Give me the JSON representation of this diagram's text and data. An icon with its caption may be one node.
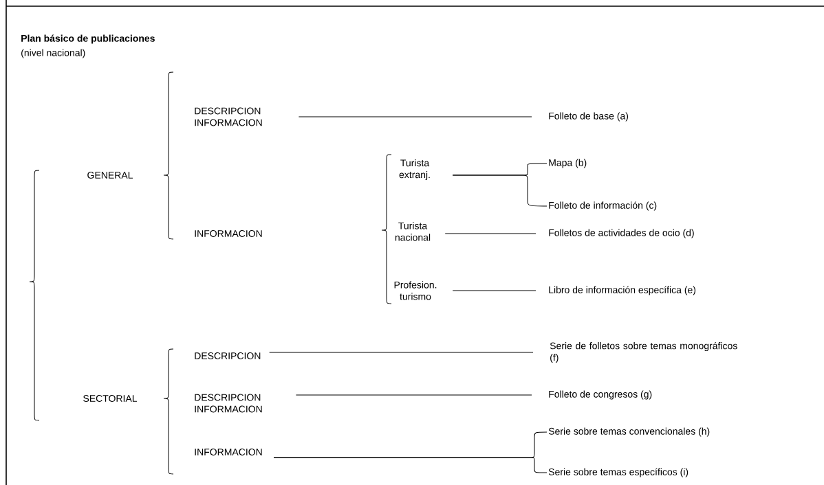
{
  "diagram": {
    "title": "Plan básico de publicaciones",
    "nodes": [
      {
        "text": [
          "GENERAL"
        ]
      },
      {
        "text": [
          "SECTORIAL"
        ]
      },
      {
        "text": [
          "DESCRIPCION INFORMACION"
        ]
      },
      {
        "text": [
          "INFORMACION"
        ]
      },
      {
        "text": [
          "Folleto de base (a)"
        ]
      },
      {
        "text": [
          "Turista extranj."
        ]
      },
      {
        "text": [
          "Turista nacional"
        ]
      },
      {
        "text": [
          "Profesion. turismo"
        ]
      },
      {
        "text": [
          "Mapa (b)"
        ]
      },
      {
        "text": [
          "Folleto de información (c)"
        ]
      },
      {
        "text": [
          "Folletos de actividades de ocio (d)"
        ]
      },
      {
        "text": [
          "Libro de información específica (e)"
        ]
      },
      {
        "text": [
          "DESCRIPCION"
        ]
      },
      {
        "text": [
          "DESCRIPCION INFORMACION"
        ]
      },
      {
        "text": [
          "INFORMACION"
        ]
      },
      {
        "text": [
          "Serie de folletos sobre temas monográficos (f)"
        ]
      },
      {
        "text": [
          "Folleto de congresos (g)"
        ]
      },
      {
        "text": [
          "Serie sobre temas convencionales (h)"
        ]
      },
      {
        "text": [
          "Serie sobre temas específicos (i)"
        ]
      }
    ],
    "edges": [
      {
        "from": 2,
        "to": 4,
        "arrow": "none"
      },
      {
        "from": 5,
        "to": 8,
        "arrow": "none"
      },
      {
        "from": 5,
        "to": 9,
        "arrow": "none"
      },
      {
        "from": 6,
        "to": 10,
        "arrow": "none"
      },
      {
        "from": 7,
        "to": 11,
        "arrow": "none"
      },
      {
        "from": 12,
        "to": 15,
        "arrow": "none"
      },
      {
        "from": 13,
        "to": 16,
        "arrow": "none"
      },
      {
        "from": 14,
        "to": 17,
        "arrow": "none"
      },
      {
        "from": 14,
        "to": 18,
        "arrow": "none"
      }
    ],
    "labels": [
      "(nivel nacional)"
    ]
  }
}
